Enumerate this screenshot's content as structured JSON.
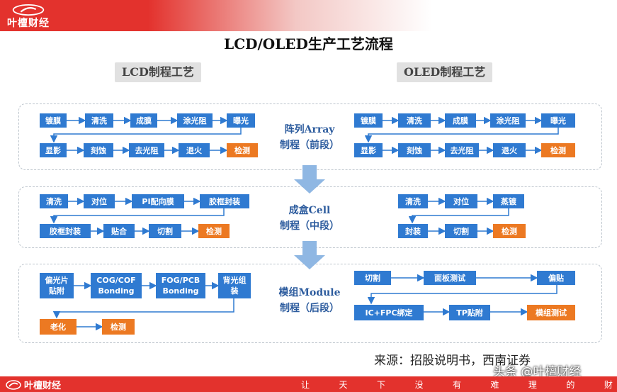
{
  "header": {
    "brand": "叶檀财经"
  },
  "title": "LCD/OLED生产工艺流程",
  "lcd_heading": "LCD制程工艺",
  "oled_heading": "OLED制程工艺",
  "stages": {
    "array": {
      "line1": "阵列Array",
      "line2": "制程（前段）"
    },
    "cell": {
      "line1": "成盒Cell",
      "line2": "制程（中段）"
    },
    "module": {
      "line1": "模组Module",
      "line2": "制程（后段）"
    }
  },
  "lcd": {
    "array_row1": [
      "镀膜",
      "清洗",
      "成膜",
      "涂光阻",
      "曝光"
    ],
    "array_row2": [
      "显影",
      "刻蚀",
      "去光阻",
      "退火",
      "检测"
    ],
    "cell_row1": [
      "清洗",
      "对位",
      "PI配向膜",
      "胶框封装"
    ],
    "cell_row2": [
      "胶框封装",
      "贴合",
      "切割",
      "检测"
    ],
    "module_row1": [
      {
        "l1": "偏光片",
        "l2": "贴附"
      },
      {
        "l1": "COG/COF",
        "l2": "Bonding"
      },
      {
        "l1": "FOG/PCB",
        "l2": "Bonding"
      },
      {
        "l1": "背光组",
        "l2": "装"
      }
    ],
    "module_row2": [
      "老化",
      "检测"
    ]
  },
  "oled": {
    "array_row1": [
      "镀膜",
      "清洗",
      "成膜",
      "涂光阻",
      "曝光"
    ],
    "array_row2": [
      "显影",
      "刻蚀",
      "去光阻",
      "退火",
      "检测"
    ],
    "cell_row1": [
      "清洗",
      "对位",
      "蒸镀"
    ],
    "cell_row2": [
      "封装",
      "切割",
      "检测"
    ],
    "module_row1": [
      "切割",
      "面板测试",
      "偏贴"
    ],
    "module_row2": [
      "IC+FPC绑定",
      "TP贴附",
      "模组测试"
    ]
  },
  "source": "来源：招股说明书，西南证券",
  "watermark": "头条 @叶檀财经",
  "footer": {
    "brand": "叶檀财经",
    "slogan": [
      "让",
      "天",
      "下",
      "没",
      "有",
      "难",
      "理",
      "的",
      "财"
    ]
  },
  "colors": {
    "brand_red": "#e3322d",
    "box_blue": "#2f7ad1",
    "box_orange": "#ec7922",
    "stage_text": "#2d5c9e",
    "arrow_blue": "#8fb7e3"
  }
}
